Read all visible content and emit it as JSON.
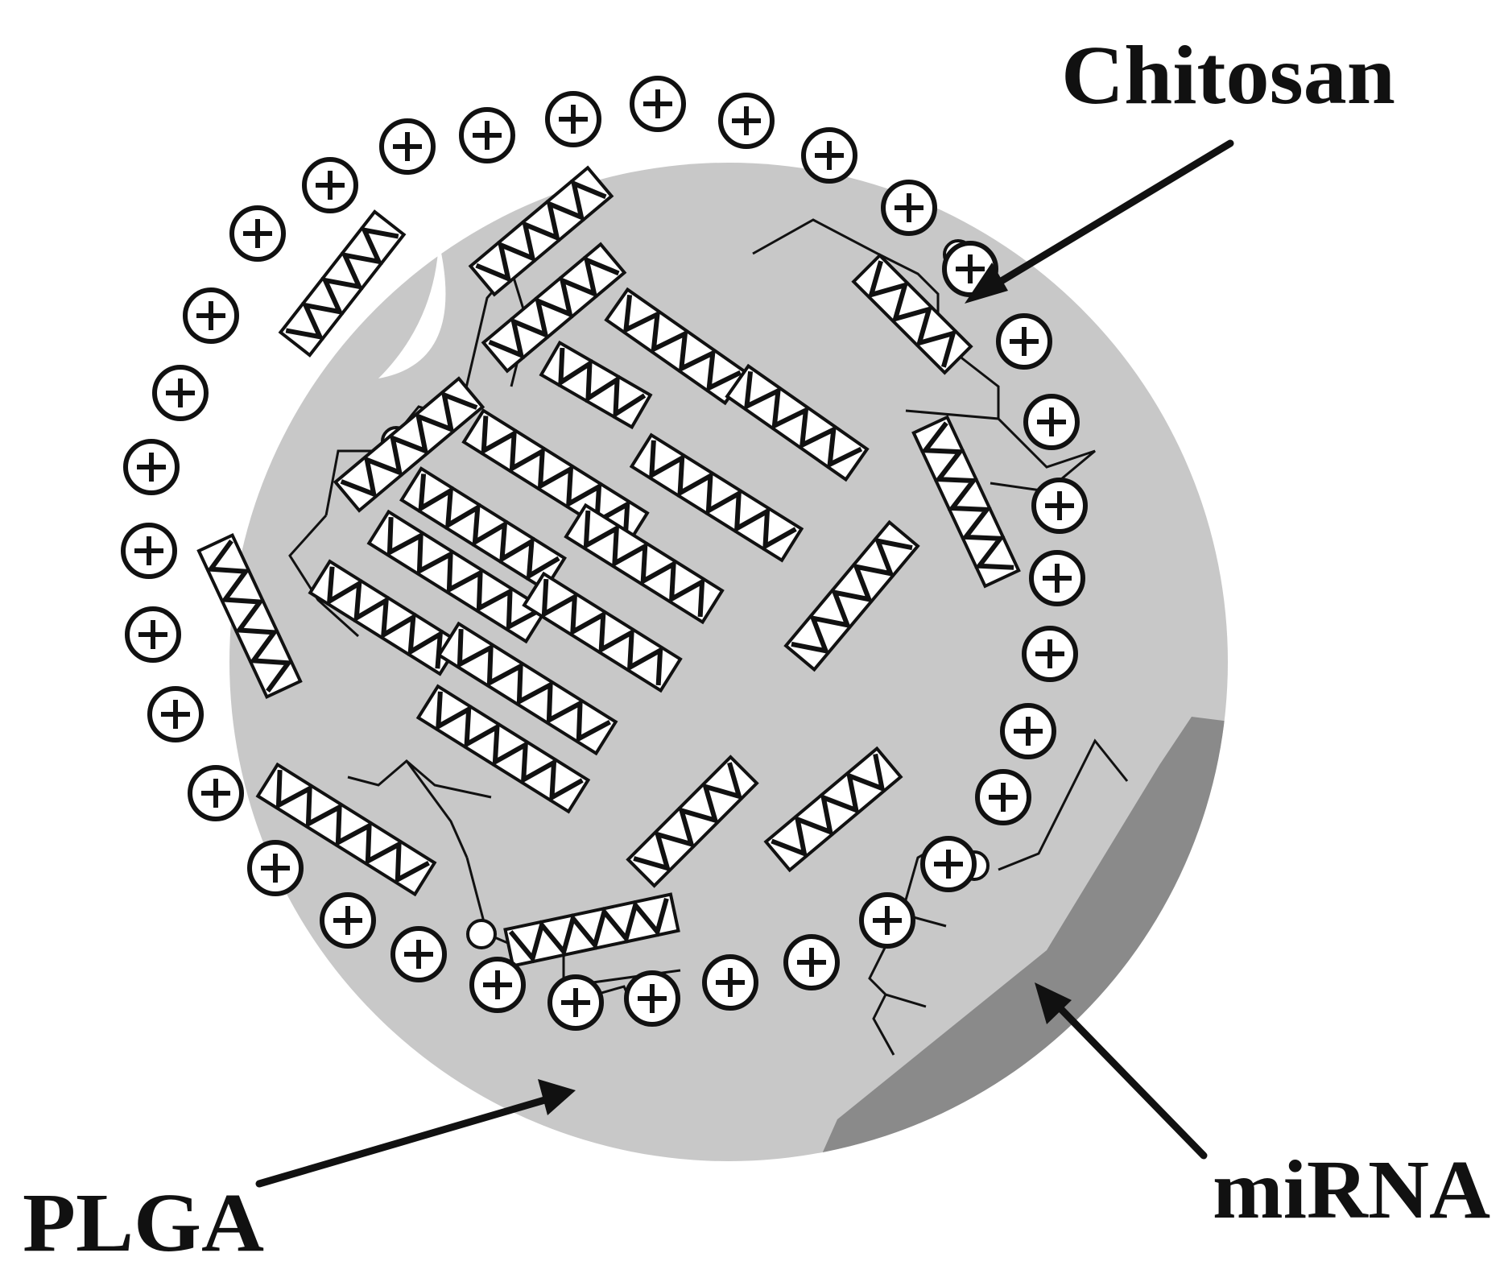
{
  "labels": {
    "chitosan": "Chitosan",
    "plga": "PLGA",
    "mirna": "miRNA"
  },
  "colors": {
    "particle_fill": "#c8c8c8",
    "particle_shadow": "#8a8a8a",
    "ink": "#111111",
    "background": "#ffffff"
  },
  "components": {
    "surface_charge_icon": "plus-circle-icon",
    "payload_icon": "double-helix-icon",
    "polymer_chain": "plga-chain",
    "ester_oxygen": "oxygen-circle"
  }
}
